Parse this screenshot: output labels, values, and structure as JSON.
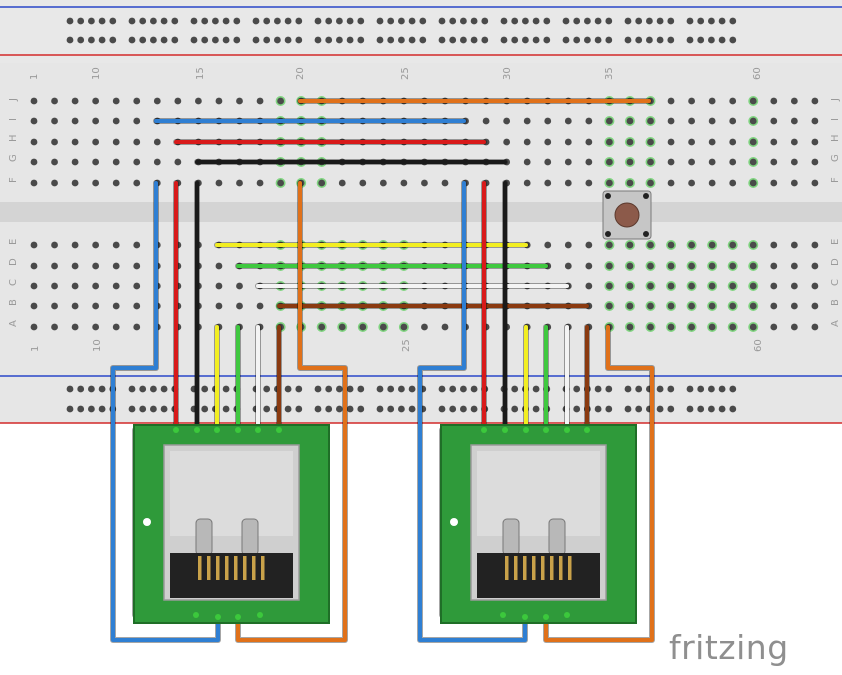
{
  "breadboard": {
    "row_labels_top": [
      "J",
      "I",
      "H",
      "G",
      "F"
    ],
    "row_labels_bottom": [
      "E",
      "D",
      "C",
      "B",
      "A"
    ],
    "column_numbers": [
      "1",
      "10",
      "15",
      "20",
      "25",
      "30",
      "35",
      "60"
    ],
    "colors": {
      "board": "#e8e8e8",
      "rail_red": "#d22828",
      "rail_blue": "#2846c8",
      "hole": "#4a4a4a",
      "highlight": "#3cc83c"
    }
  },
  "wire_colors": {
    "blue": "#2f7fd3",
    "red": "#d81a1a",
    "black": "#1a1a1a",
    "orange": "#e0711a",
    "yellow": "#f2ee22",
    "green": "#3fc83f",
    "white": "#f4f4f4",
    "brown": "#8a3a10"
  },
  "components": [
    {
      "name": "RJ45 jack module 1",
      "icon": "rj45-jack-icon"
    },
    {
      "name": "RJ45 jack module 2",
      "icon": "rj45-jack-icon"
    },
    {
      "name": "Tactile push button",
      "icon": "push-button-icon"
    }
  ],
  "watermark": {
    "text": "fritzing"
  }
}
